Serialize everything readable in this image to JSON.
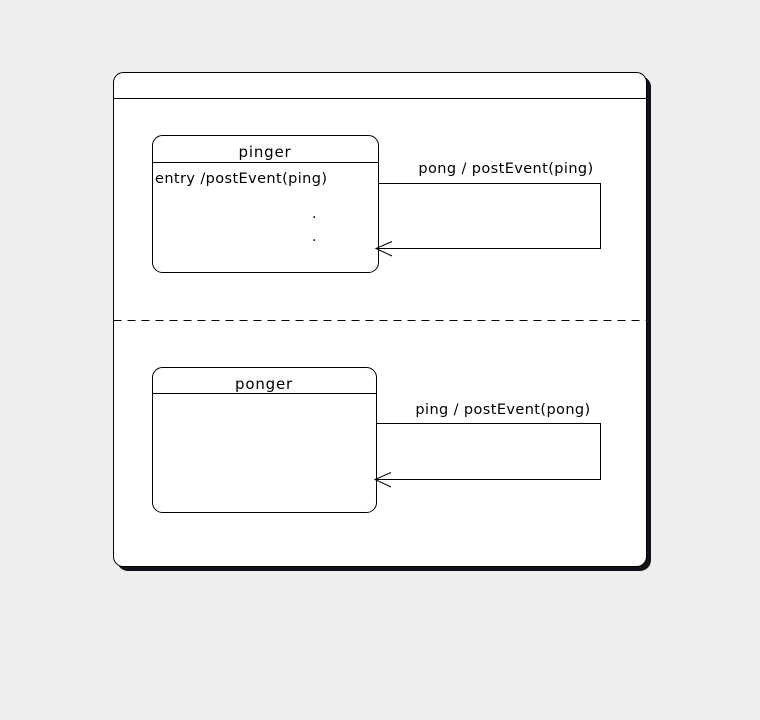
{
  "colors": {
    "page_background": "#eeeeee",
    "diagram_fill": "#ffffff",
    "line": "#000000",
    "frame_shadow": "#101018"
  },
  "frame": {
    "title": ""
  },
  "regions": [
    {
      "state": {
        "name": "pinger",
        "entry_action": "entry /postEvent(ping)",
        "dots": [
          ".",
          "."
        ]
      },
      "transition": {
        "label": "pong / postEvent(ping)",
        "kind": "self-loop"
      }
    },
    {
      "state": {
        "name": "ponger",
        "entry_action": ""
      },
      "transition": {
        "label": "ping / postEvent(pong)",
        "kind": "self-loop"
      }
    }
  ]
}
